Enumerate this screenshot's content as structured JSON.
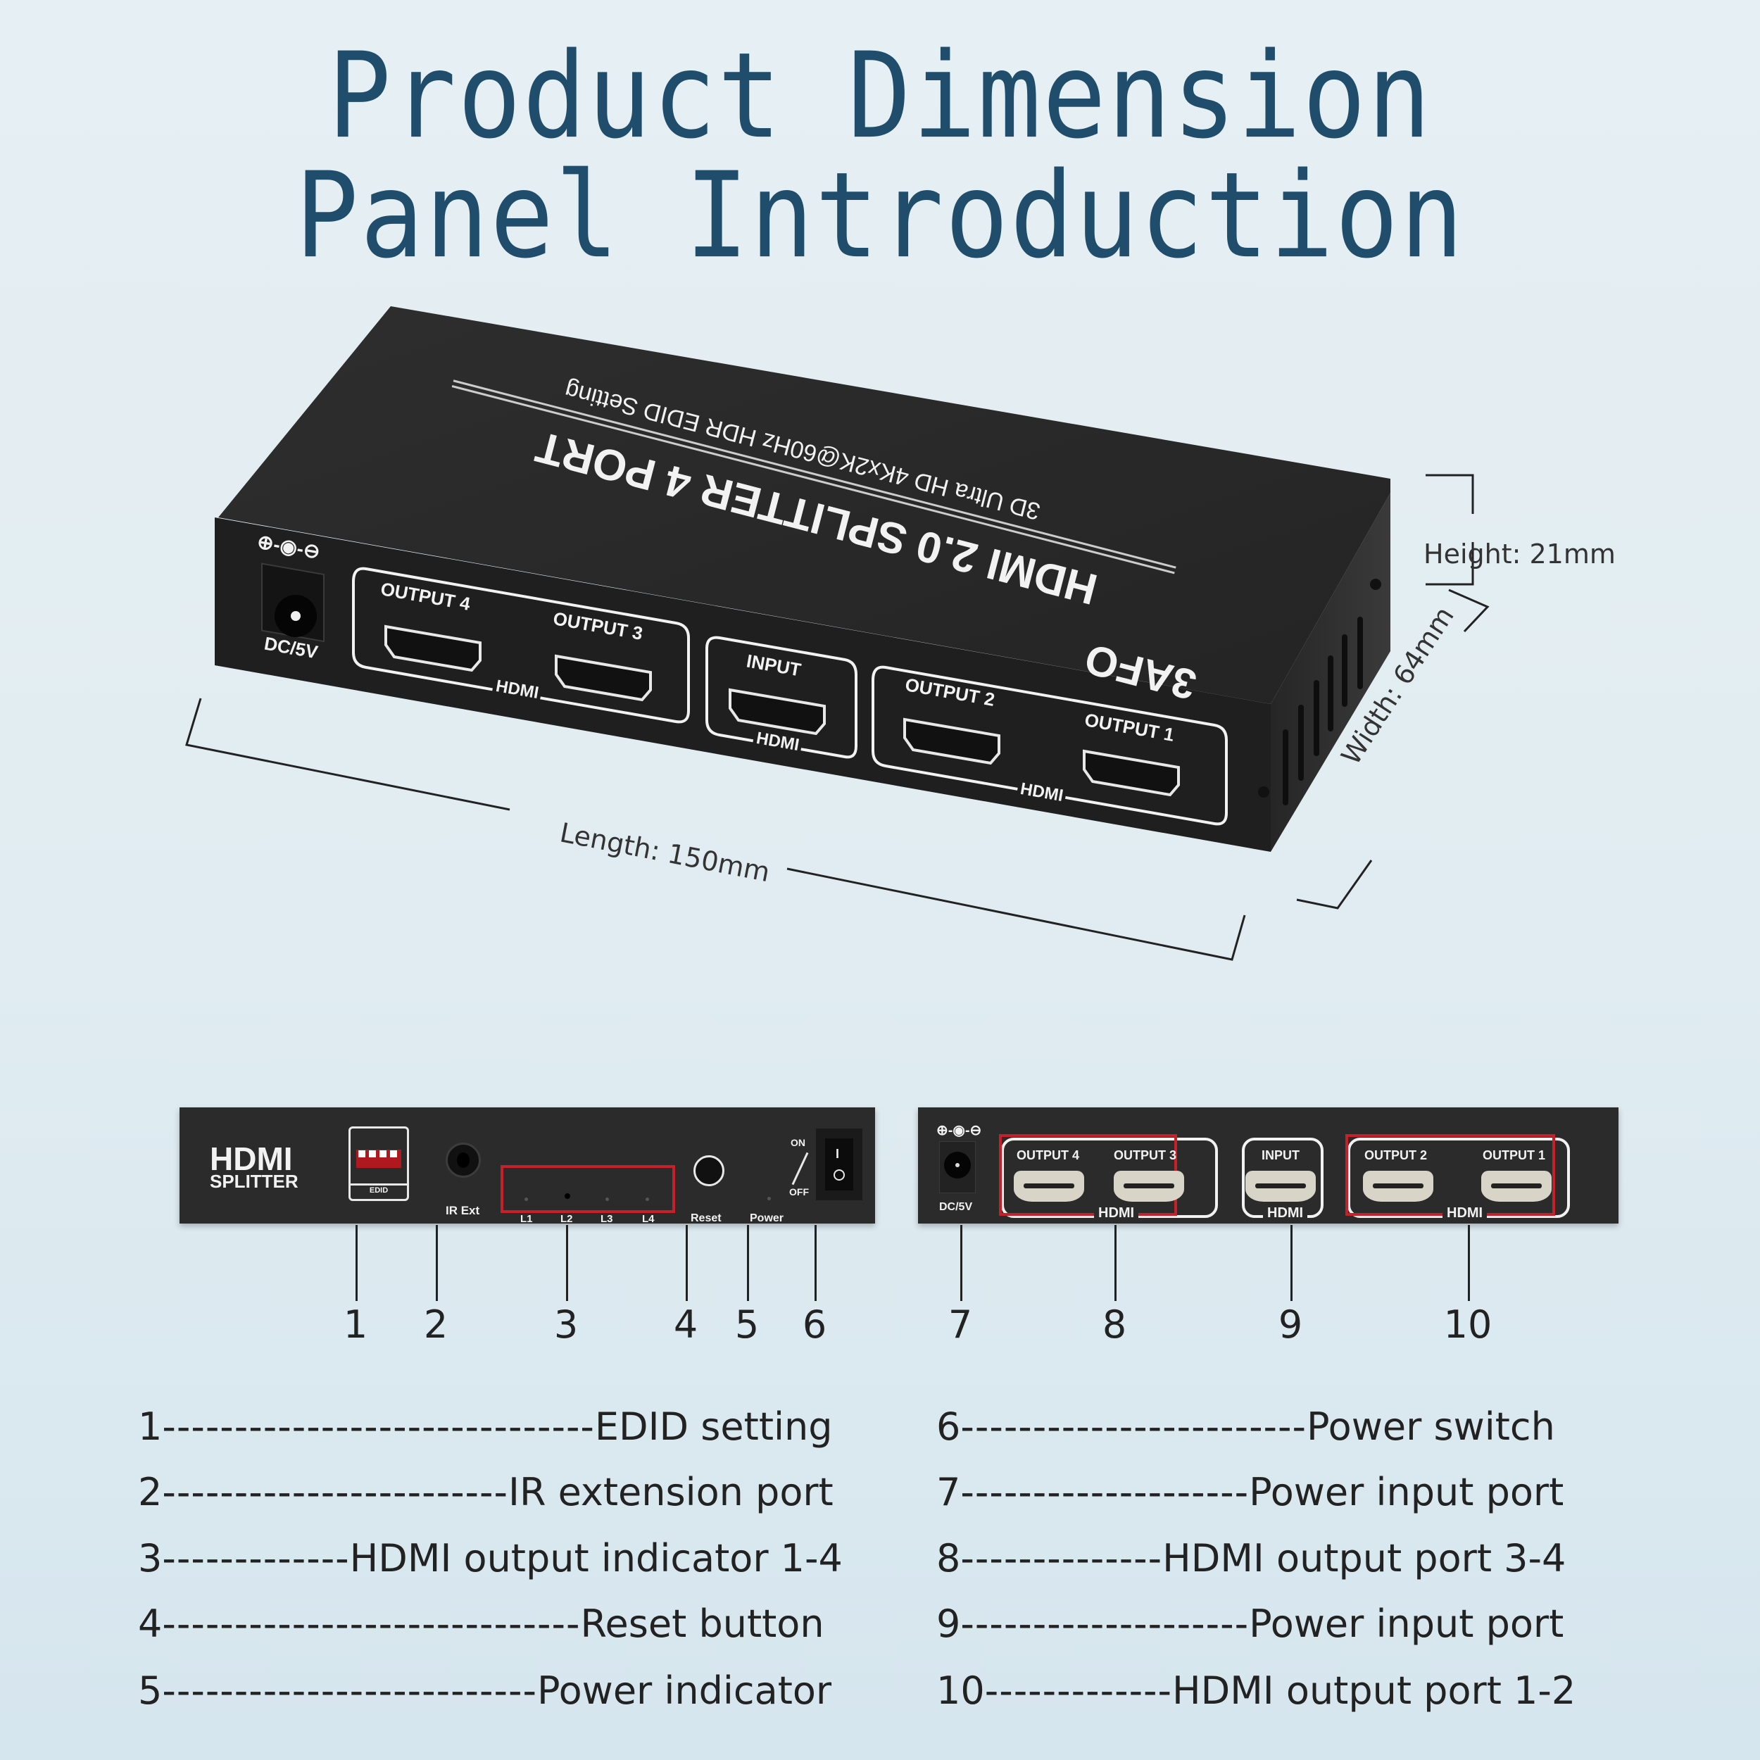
{
  "title": {
    "line1": "Product Dimension",
    "line2": "Panel Introduction",
    "color": "#1f4d6b"
  },
  "product_3d": {
    "top_label_main": "HDMI 2.0 SPLITTER 4 PORT",
    "top_label_sub": "3D Ultra HD 4Kx2K@60Hz HDR EDID Setting",
    "brand": "3AFO",
    "dc_label": "DC/5V",
    "polarity_icons": "⊕-◉-⊖",
    "ports": [
      {
        "label": "OUTPUT 4"
      },
      {
        "label": "OUTPUT 3"
      },
      {
        "label": "INPUT"
      },
      {
        "label": "OUTPUT 2"
      },
      {
        "label": "OUTPUT 1"
      }
    ],
    "group_tags": [
      "HDMI",
      "HDMI",
      "HDMI"
    ]
  },
  "dimensions": {
    "height": "Height:  21mm",
    "width": "Width:  64mm",
    "length": "Length:  150mm"
  },
  "rear_panel": {
    "brand_main": "HDMI",
    "brand_sub": "SPLITTER",
    "edid_label": "EDID",
    "ir_label": "IR Ext",
    "leds": [
      "L1",
      "L2",
      "L3",
      "L4"
    ],
    "reset_label": "Reset",
    "power_label": "Power",
    "switch_on": "ON",
    "switch_off": "OFF",
    "switch_glyph_on": "I",
    "switch_glyph_off": "O"
  },
  "front_panel": {
    "polarity_icons": "⊕-◉-⊖",
    "dc_label": "DC/5V",
    "ports": [
      "OUTPUT 4",
      "OUTPUT 3",
      "INPUT",
      "OUTPUT 2",
      "OUTPUT 1"
    ],
    "group_tags": [
      "HDMI",
      "HDMI",
      "HDMI"
    ],
    "highlight_color": "#c8202a"
  },
  "callouts": [
    "1",
    "2",
    "3",
    "4",
    "5",
    "6",
    "7",
    "8",
    "9",
    "10"
  ],
  "legend": {
    "left": [
      {
        "num": "1",
        "dashes": "------------------------------",
        "text": "EDID setting"
      },
      {
        "num": "2",
        "dashes": "------------------------",
        "text": "IR extension port"
      },
      {
        "num": "3",
        "dashes": "-------------",
        "text": "HDMI output indicator 1-4"
      },
      {
        "num": "4",
        "dashes": "-----------------------------",
        "text": "Reset button"
      },
      {
        "num": "5",
        "dashes": "--------------------------",
        "text": "Power indicator"
      }
    ],
    "right": [
      {
        "num": "6",
        "dashes": "------------------------",
        "text": "Power switch"
      },
      {
        "num": "7",
        "dashes": "--------------------",
        "text": "Power input port"
      },
      {
        "num": "8",
        "dashes": "--------------",
        "text": "HDMI output port 3-4"
      },
      {
        "num": "9",
        "dashes": "--------------------",
        "text": "Power input port"
      },
      {
        "num": "10",
        "dashes": "-------------",
        "text": "HDMI output port 1-2"
      }
    ]
  }
}
